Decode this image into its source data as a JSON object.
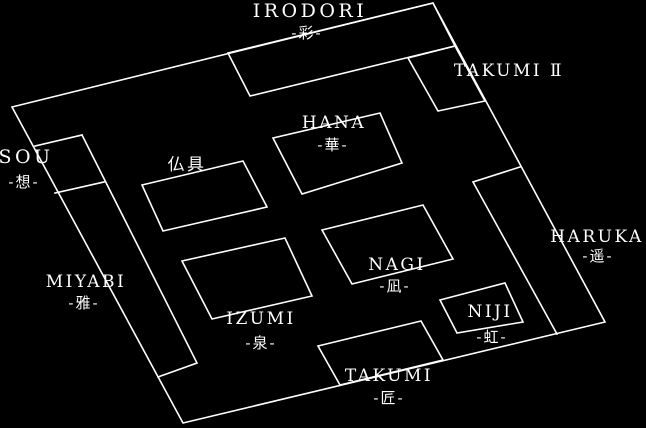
{
  "map": {
    "kind": "facility-floor-plan",
    "colors": {
      "background": "#000000",
      "line": "#ffffff",
      "text": "#ffffff"
    },
    "areas": {
      "irodori": {
        "label": "IRODORI",
        "sublabel": "-彩-"
      },
      "takumi2": {
        "label": "TAKUMI Ⅱ"
      },
      "sou": {
        "label": "SOU",
        "sublabel": "-想-"
      },
      "hana": {
        "label": "HANA",
        "sublabel": "-華-"
      },
      "butsugu": {
        "label": "仏具"
      },
      "miyabi": {
        "label": "MIYABI",
        "sublabel": "-雅-"
      },
      "izumi": {
        "label": "IZUMI",
        "sublabel": "-泉-"
      },
      "nagi": {
        "label": "NAGI",
        "sublabel": "-凪-"
      },
      "niji": {
        "label": "NIJI",
        "sublabel": "-虹-"
      },
      "takumi": {
        "label": "TAKUMI",
        "sublabel": "-匠-"
      },
      "haruka": {
        "label": "HARUKA",
        "sublabel": "-遥-"
      }
    }
  }
}
